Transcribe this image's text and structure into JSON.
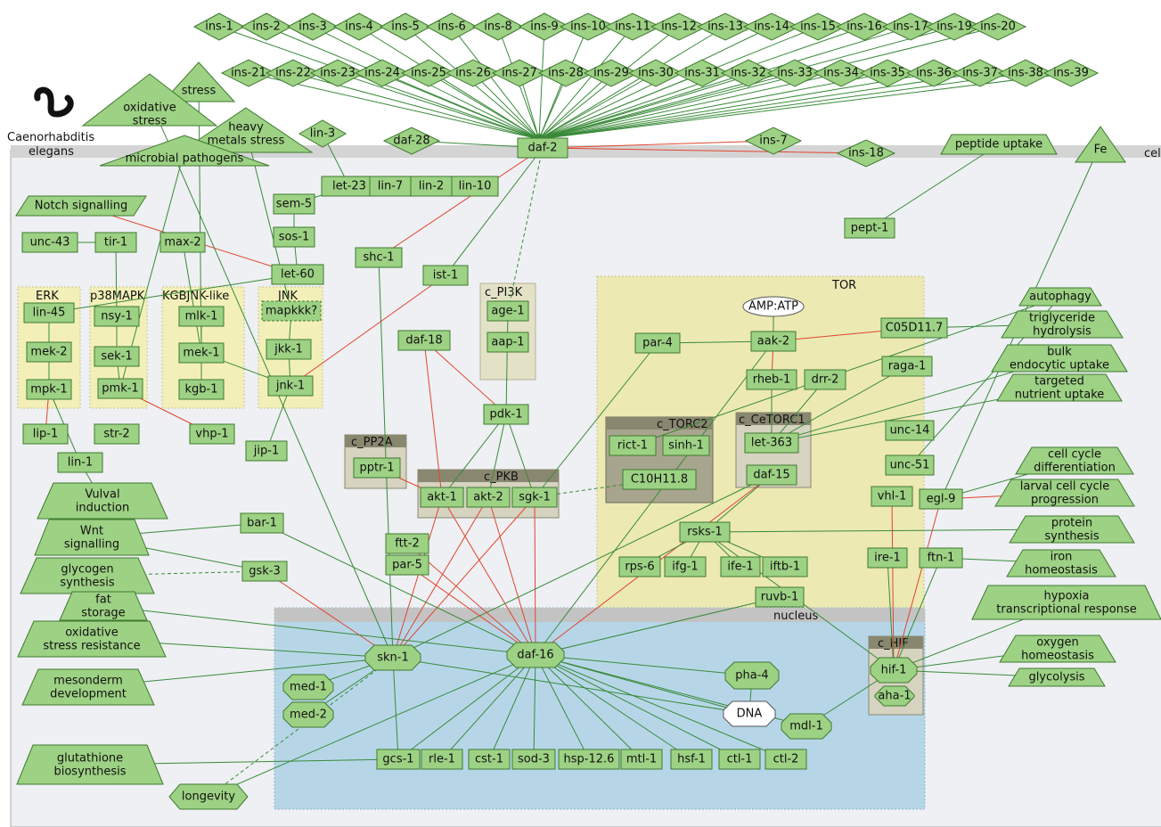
{
  "organism": {
    "line1": "Caenorhabditis",
    "line2": "elegans"
  },
  "compartments": {
    "cell": "cell",
    "nucleus": "nucleus",
    "tor": "TOR"
  },
  "groups": {
    "erk": "ERK",
    "p38mapk": "p38MAPK",
    "kgbjnk": "KGBJNK-like",
    "jnk": "JNK",
    "c_pi3k": "c_PI3K",
    "c_pkb": "c_PKB",
    "c_pp2a": "c_PP2A",
    "c_torc2": "c_TORC2",
    "c_cetorc1": "c_CeTORC1",
    "c_hif": "c_HIF"
  },
  "ligands_row1": [
    "ins-1",
    "ins-2",
    "ins-3",
    "ins-4",
    "ins-5",
    "ins-6",
    "ins-8",
    "ins-9",
    "ins-10",
    "ins-11",
    "ins-12",
    "ins-13",
    "ins-14",
    "ins-15",
    "ins-16",
    "ins-17",
    "ins-19",
    "ins-20"
  ],
  "ligands_row2": [
    "ins-21",
    "ins-22",
    "ins-23",
    "ins-24",
    "ins-25",
    "ins-26",
    "ins-27",
    "ins-28",
    "ins-29",
    "ins-30",
    "ins-31",
    "ins-32",
    "ins-33",
    "ins-34",
    "ins-35",
    "ins-36",
    "ins-37",
    "ins-38",
    "ins-39"
  ],
  "ligands_other": {
    "daf28": "daf-28",
    "ins7": "ins-7",
    "ins18": "ins-18",
    "lin3": "lin-3",
    "fe": "Fe"
  },
  "stimuli": {
    "stress": "stress",
    "oxidative_stress": "oxidative stress",
    "heavy_metals": "heavy metals stress",
    "microbial": "microbial pathogens",
    "notch": "Notch signalling",
    "peptide_uptake": "peptide uptake",
    "wnt": "Wnt signalling"
  },
  "proteins": {
    "daf2": "daf-2",
    "let23": "let-23",
    "lin7": "lin-7",
    "lin2": "lin-2",
    "lin10": "lin-10",
    "sem5": "sem-5",
    "sos1": "sos-1",
    "let60": "let-60",
    "unc43": "unc-43",
    "tir1": "tir-1",
    "max2": "max-2",
    "shc1": "shc-1",
    "ist1": "ist-1",
    "lin45": "lin-45",
    "mek2": "mek-2",
    "mpk1": "mpk-1",
    "nsy1": "nsy-1",
    "sek1": "sek-1",
    "pmk1": "pmk-1",
    "mlk1": "mlk-1",
    "mek1": "mek-1",
    "kgb1": "kgb-1",
    "mapkkk": "mapkkk?",
    "jkk1": "jkk-1",
    "jnk1": "jnk-1",
    "lip1": "lip-1",
    "str2": "str-2",
    "vhp1": "vhp-1",
    "jip1": "jip-1",
    "lin1": "lin-1",
    "age1": "age-1",
    "aap1": "aap-1",
    "daf18": "daf-18",
    "pdk1": "pdk-1",
    "pptr1": "pptr-1",
    "akt1": "akt-1",
    "akt2": "akt-2",
    "sgk1": "sgk-1",
    "par4": "par-4",
    "aak2": "aak-2",
    "rheb1": "rheb-1",
    "drr2": "drr-2",
    "raga1": "raga-1",
    "c05d": "C05D11.7",
    "rict1": "rict-1",
    "sinh1": "sinh-1",
    "c10h": "C10H11.8",
    "let363": "let-363",
    "daf15": "daf-15",
    "rsks1": "rsks-1",
    "rps6": "rps-6",
    "ifg1": "ifg-1",
    "ife1": "ife-1",
    "iftb1": "iftb-1",
    "ruvb1": "ruvb-1",
    "bar1": "bar-1",
    "gsk3": "gsk-3",
    "ftt2": "ftt-2",
    "par5": "par-5",
    "pept1": "pept-1",
    "unc14": "unc-14",
    "unc51": "unc-51",
    "vhl1": "vhl-1",
    "egl9": "egl-9",
    "ire1": "ire-1",
    "ftn1": "ftn-1",
    "hif1": "hif-1",
    "aha1": "aha-1",
    "skn1": "skn-1",
    "daf16": "daf-16",
    "pha4": "pha-4",
    "med1": "med-1",
    "med2": "med-2",
    "mdl1": "mdl-1",
    "gcs1": "gcs-1",
    "rle1": "rle-1",
    "cst1": "cst-1",
    "sod3": "sod-3",
    "hsp126": "hsp-12.6",
    "mtl1": "mtl-1",
    "hsf1": "hsf-1",
    "ctl1": "ctl-1",
    "ctl2": "ctl-2"
  },
  "metabolites": {
    "ampatp": "AMP:ATP",
    "dna": "DNA"
  },
  "outputs": {
    "vulval": "Vulval induction",
    "glycogen": "glycogen synthesis",
    "fat": "fat storage",
    "oxres": "oxidative stress resistance",
    "mesoderm": "mesonderm development",
    "glutathione": "glutathione biosynthesis",
    "longevity": "longevity",
    "autophagy": "autophagy",
    "triglyceride": "triglyceride hydrolysis",
    "bulk": "bulk endocytic uptake",
    "targeted": "targeted nutrient uptake",
    "cellcycle": "cell cycle differentiation",
    "larval": "larval cell cycle progression",
    "protein": "protein synthesis",
    "iron": "iron homeostasis",
    "hypoxia": "hypoxia transcriptional response",
    "oxygen": "oxygen homeostasis",
    "glycolysis": "glycolysis"
  },
  "colors": {
    "node_fill": "#9dd184",
    "node_stroke": "#3f7a2f",
    "activation": "#3a8a3a",
    "inhibition": "#e0452f",
    "cell_fill": "#eef0f3",
    "nucleus_fill": "#b6d6e8",
    "tor_fill": "#ece9b3",
    "group_fill": "#f2f0b8",
    "complex_fill": "#d6d3c0"
  },
  "icons": {
    "organism": "worm-icon"
  }
}
